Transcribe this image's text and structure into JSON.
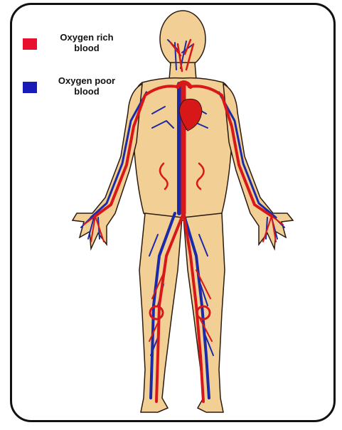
{
  "legend": {
    "rich": {
      "line1": "Oxygen rich",
      "line2": "blood",
      "color": "#e8102e"
    },
    "poor": {
      "line1": "Oxygen poor",
      "line2": "blood",
      "color": "#1a1ab8"
    }
  },
  "colors": {
    "skin": "#f2cf94",
    "outline": "#2a1a10",
    "artery": "#d81818",
    "vein": "#1b2aa8",
    "frame": "#111111"
  }
}
